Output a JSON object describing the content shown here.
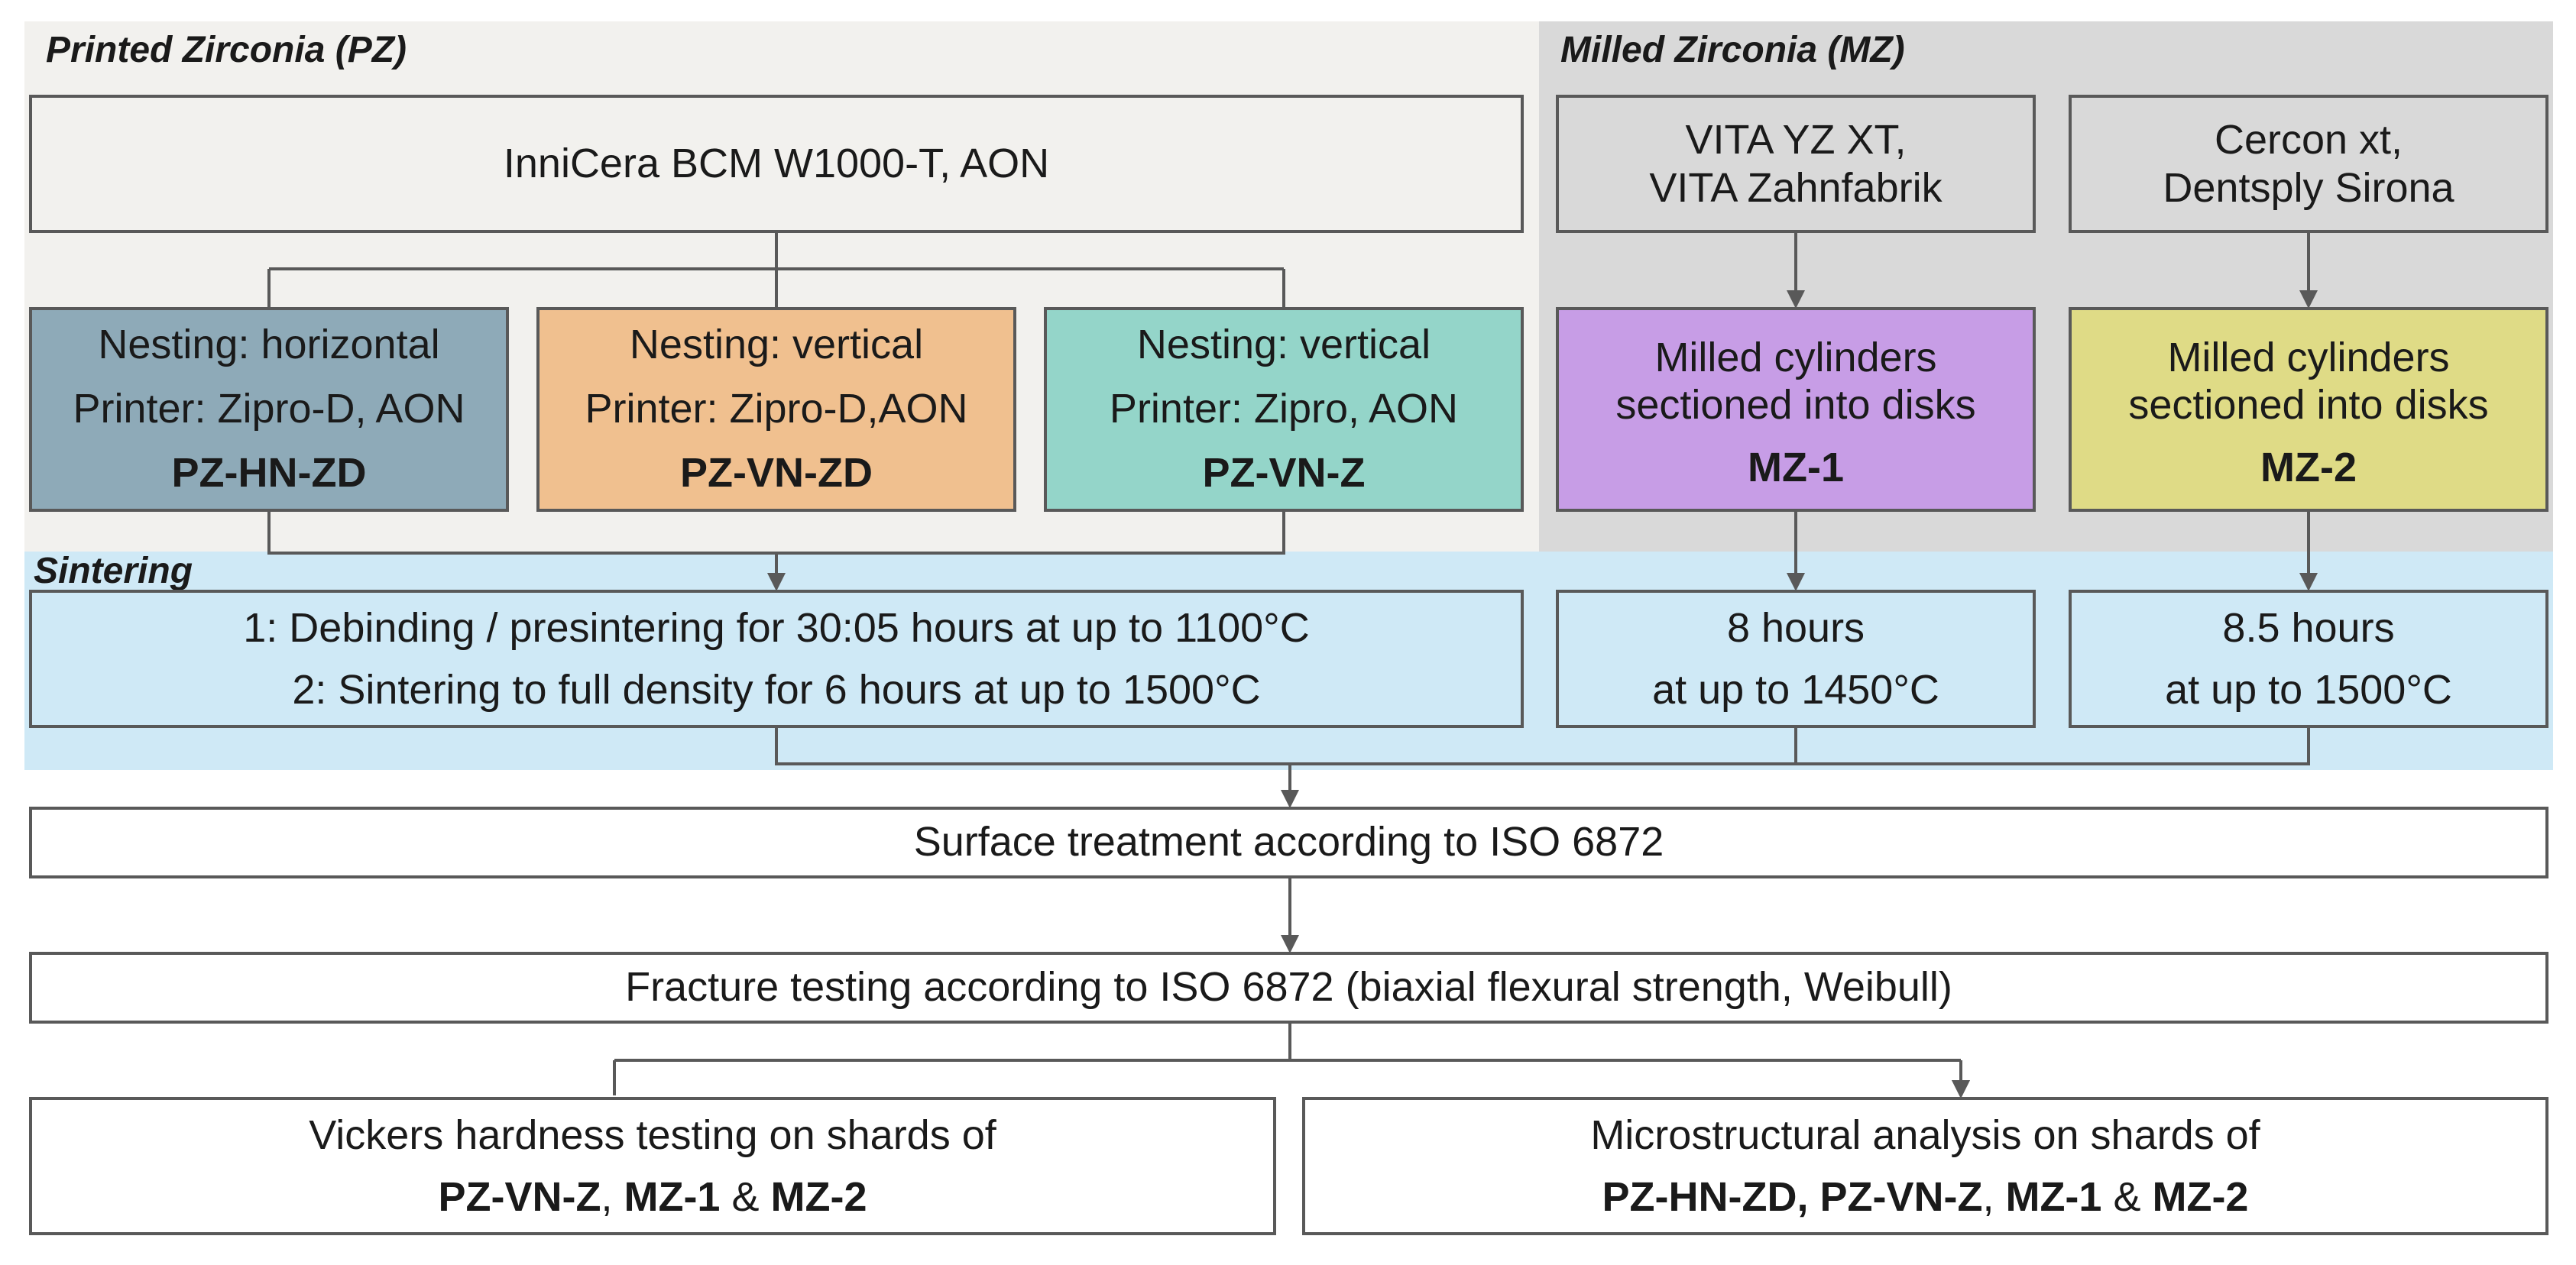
{
  "sections": {
    "printed_label": "Printed Zirconia (PZ)",
    "milled_label": "Milled Zirconia (MZ)",
    "sintering_label": "Sintering"
  },
  "materials": {
    "pz_source": "InniCera BCM W1000-T, AON",
    "mz1_source": {
      "line1": "VITA YZ XT,",
      "line2": "VITA Zahnfabrik"
    },
    "mz2_source": {
      "line1": "Cercon xt,",
      "line2": "Dentsply Sirona"
    }
  },
  "groups": [
    {
      "line1": "Nesting: horizontal",
      "line2": "Printer: Zipro-D, AON",
      "code": "PZ-HN-ZD"
    },
    {
      "line1": "Nesting: vertical",
      "line2": "Printer: Zipro-D,AON",
      "code": "PZ-VN-ZD"
    },
    {
      "line1": "Nesting: vertical",
      "line2": "Printer: Zipro, AON",
      "code": "PZ-VN-Z"
    },
    {
      "line1": "Milled cylinders",
      "line2": "sectioned into disks",
      "code": "MZ-1"
    },
    {
      "line1": "Milled cylinders",
      "line2": "sectioned into disks",
      "code": "MZ-2"
    }
  ],
  "sintering": {
    "pz_line1": "1: Debinding / presintering for 30:05 hours at up to 1100°C",
    "pz_line2": "2: Sintering to full density for 6 hours at up to 1500°C",
    "mz1_line1": "8 hours",
    "mz1_line2": "at up to 1450°C",
    "mz2_line1": "8.5 hours",
    "mz2_line2": "at up to 1500°C"
  },
  "steps": {
    "surface_treatment": "Surface treatment according to ISO 6872",
    "fracture_testing": "Fracture testing according to ISO 6872 (biaxial flexural strength, Weibull)",
    "vickers": {
      "line1": "Vickers hardness testing on shards of",
      "g1": "PZ-VN-Z",
      "sep1": ", ",
      "g2": "MZ-1",
      "amp": " & ",
      "g3": "MZ-2"
    },
    "micro": {
      "line1": "Microstructural analysis on shards of",
      "g1": "PZ-HN-ZD, PZ-VN-Z",
      "sep1": ", ",
      "g2": "MZ-1",
      "amp": " & ",
      "g3": "MZ-2"
    }
  },
  "colors": {
    "pz_bg": "#f2f1ee",
    "mz_bg": "#d9d9d9",
    "sintering_bg": "#cfe9f6",
    "pz_hn_zd": "#8eaab8",
    "pz_vn_zd": "#f0c08f",
    "pz_vn_z": "#94d5c9",
    "mz_1": "#c79de6",
    "mz_2": "#dfdb86",
    "line": "#595959"
  }
}
